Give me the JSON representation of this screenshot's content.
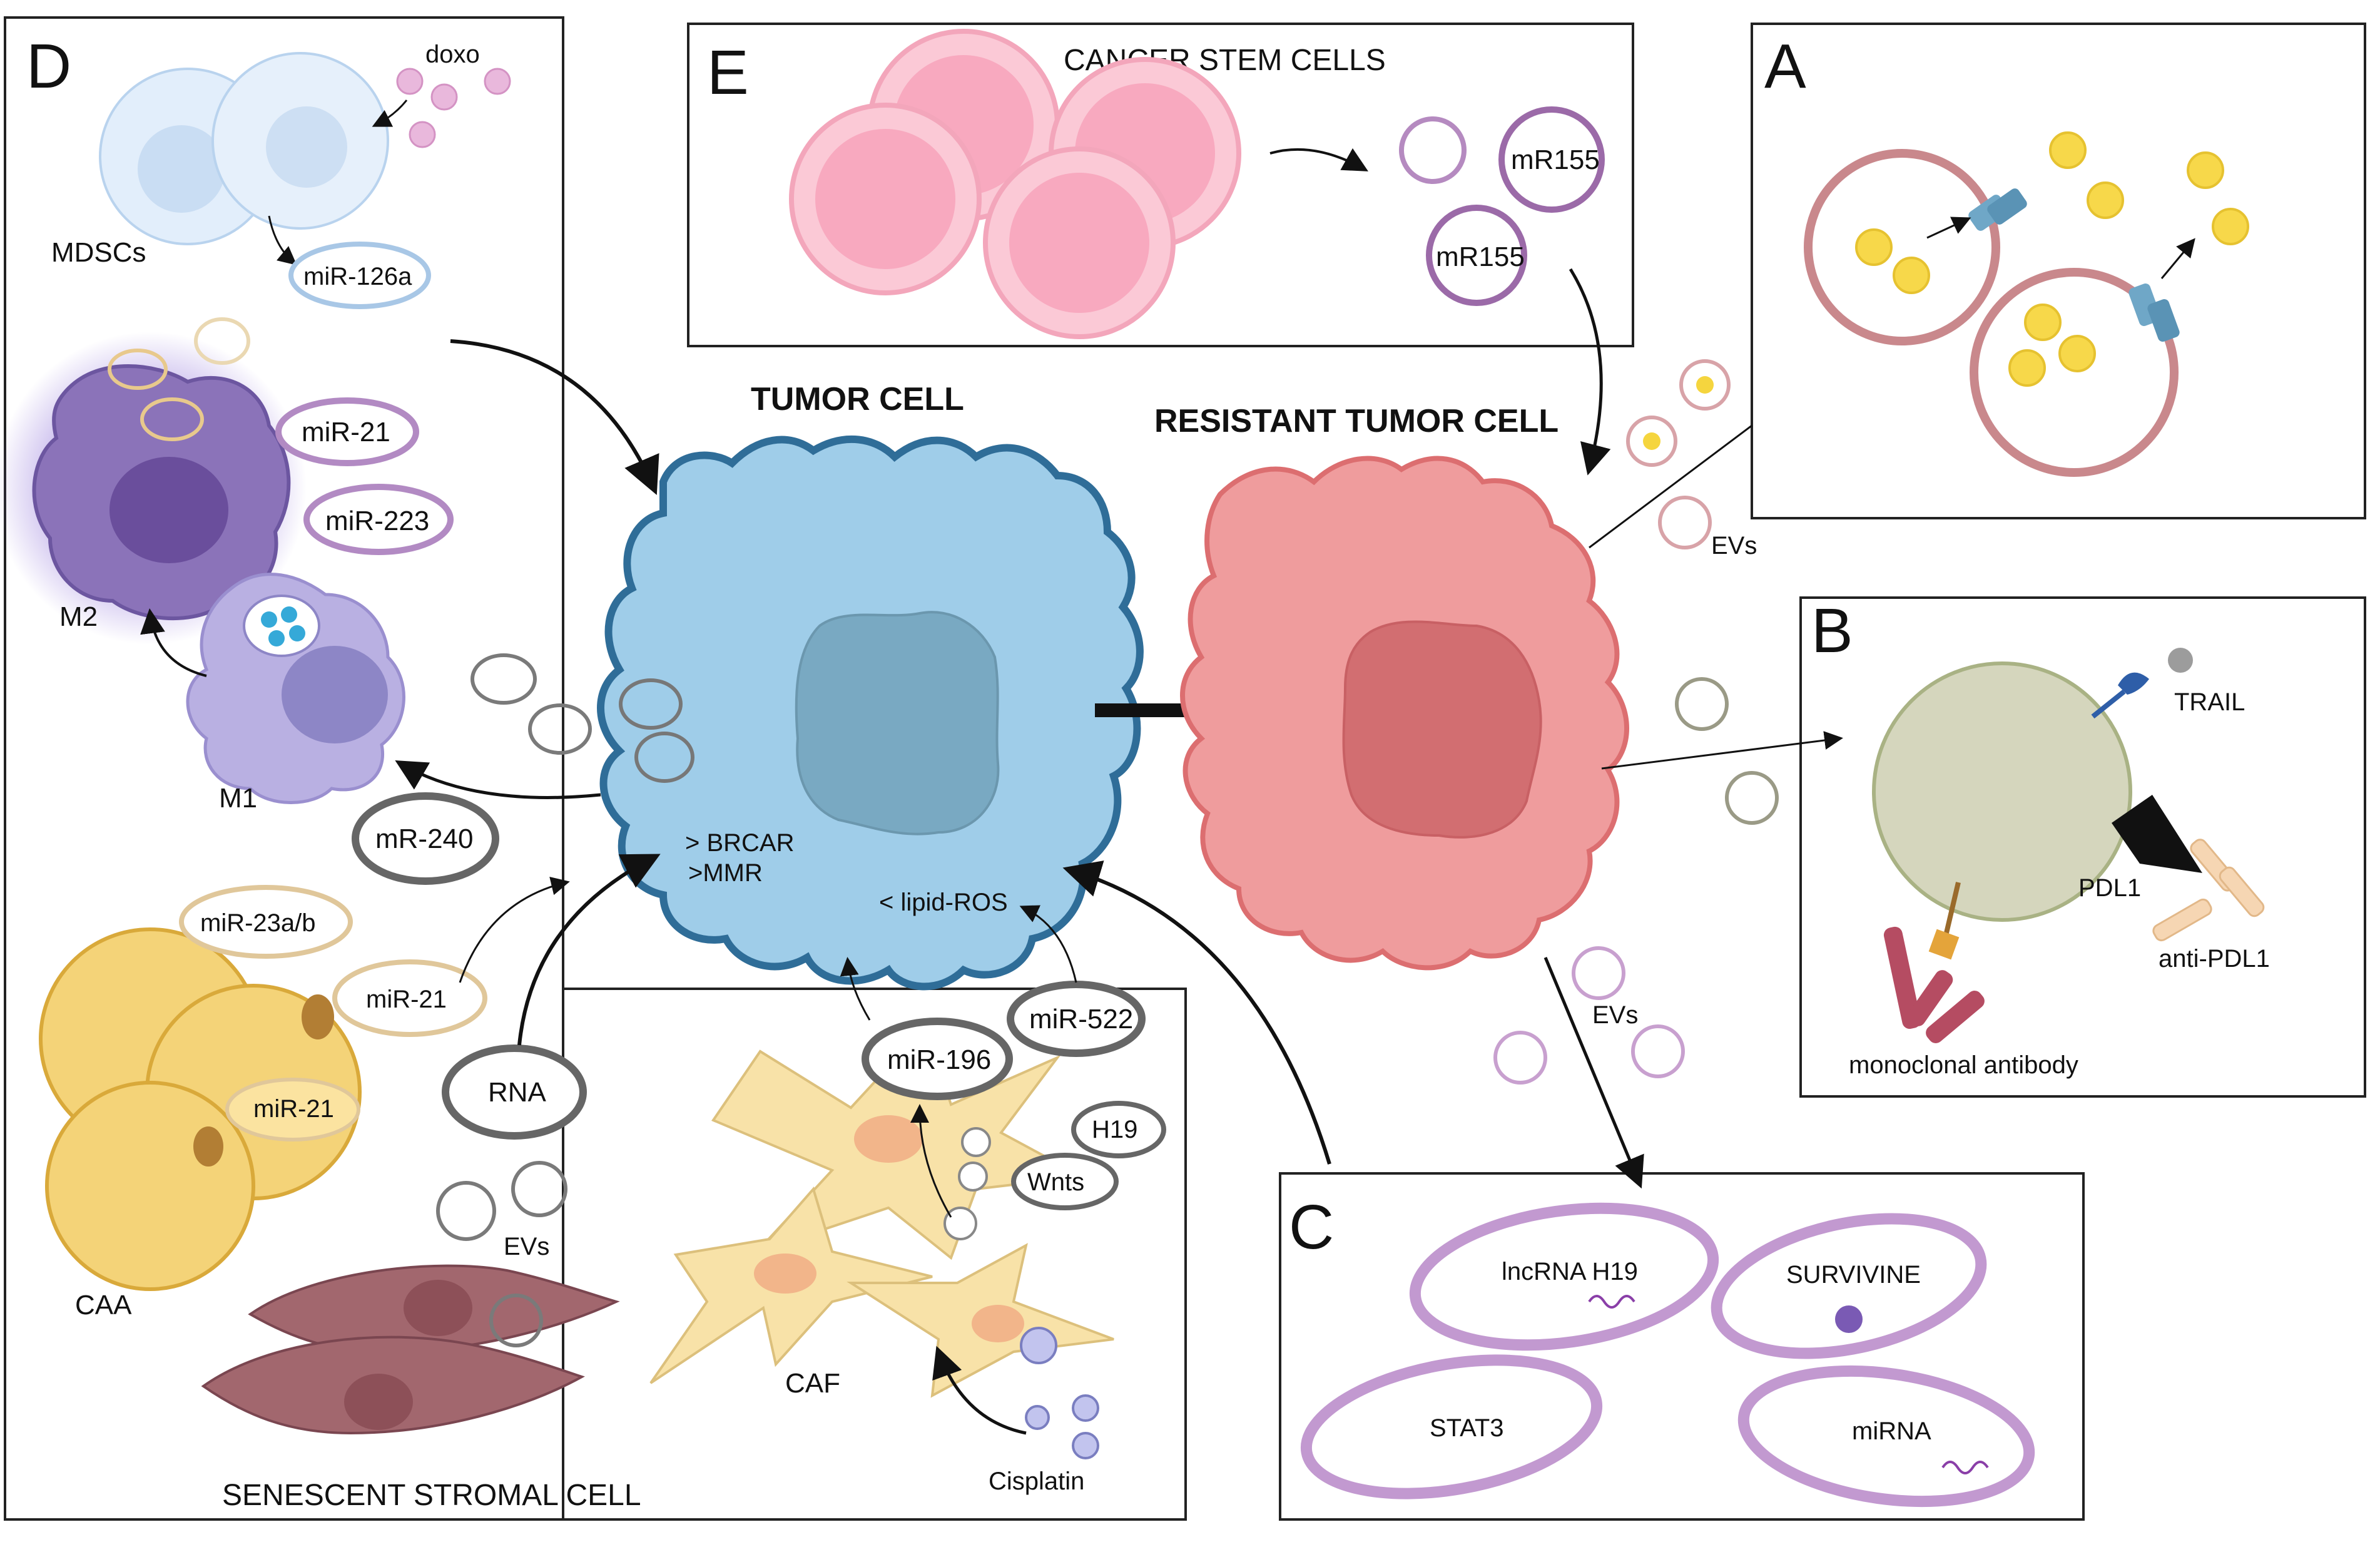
{
  "panels": {
    "A": {
      "letter": "A"
    },
    "B": {
      "letter": "B",
      "trail": "TRAIL",
      "pdl1": "PDL1",
      "anti_pdl1": "anti-PDL1",
      "mab": "monoclonal antibody"
    },
    "C": {
      "letter": "C",
      "lncrna": "lncRNA H19",
      "survivine": "SURVIVINE",
      "stat3": "STAT3",
      "mirna": "miRNA"
    },
    "D": {
      "letter": "D",
      "doxo": "doxo",
      "mdscs": "MDSCs",
      "mir126a": "miR-126a",
      "mir21_m2": "miR-21",
      "mir223": "miR-223",
      "m2": "M2",
      "m1": "M1",
      "mr240": "mR-240",
      "mir23ab": "miR-23a/b",
      "mir21_caa": "miR-21",
      "mir21_in_caa": "miR-21",
      "caa": "CAA",
      "rna": "RNA",
      "evs": "EVs",
      "senescent": "SENESCENT STROMAL CELL",
      "caf": "CAF",
      "cisplatin": "Cisplatin",
      "mir196": "miR-196",
      "mir522": "miR-522",
      "h19": "H19",
      "wnts": "Wnts"
    },
    "E": {
      "letter": "E",
      "title": "CANCER STEM CELLS",
      "mr155_a": "mR155",
      "mr155_b": "mR155"
    }
  },
  "center": {
    "tumor_title": "TUMOR CELL",
    "resistant_title": "RESISTANT TUMOR CELL",
    "brcar": "> BRCAR",
    "mmr": ">MMR",
    "lipid_ros": "< lipid-ROS",
    "evs_top": "EVs",
    "evs_bottom": "EVs"
  },
  "colors": {
    "tumor": "#9ccbe8",
    "tumor_edge": "#2f6f9a",
    "tumor_nucleus": "#7aaac2",
    "resistant": "#ee9a9a",
    "resistant_edge": "#d96b6b",
    "resistant_nucleus": "#cf6b6b",
    "stem": "#f7b9cb",
    "caa": "#f3d27a",
    "caf": "#f9e2a8",
    "stromal": "#a3686e",
    "m2": "#8a74b8",
    "m1": "#b7aee0",
    "mdsc": "#dcebf9",
    "vesicle_purple": "#c9a0d4",
    "vesicle_grey": "#8a8a8a"
  }
}
